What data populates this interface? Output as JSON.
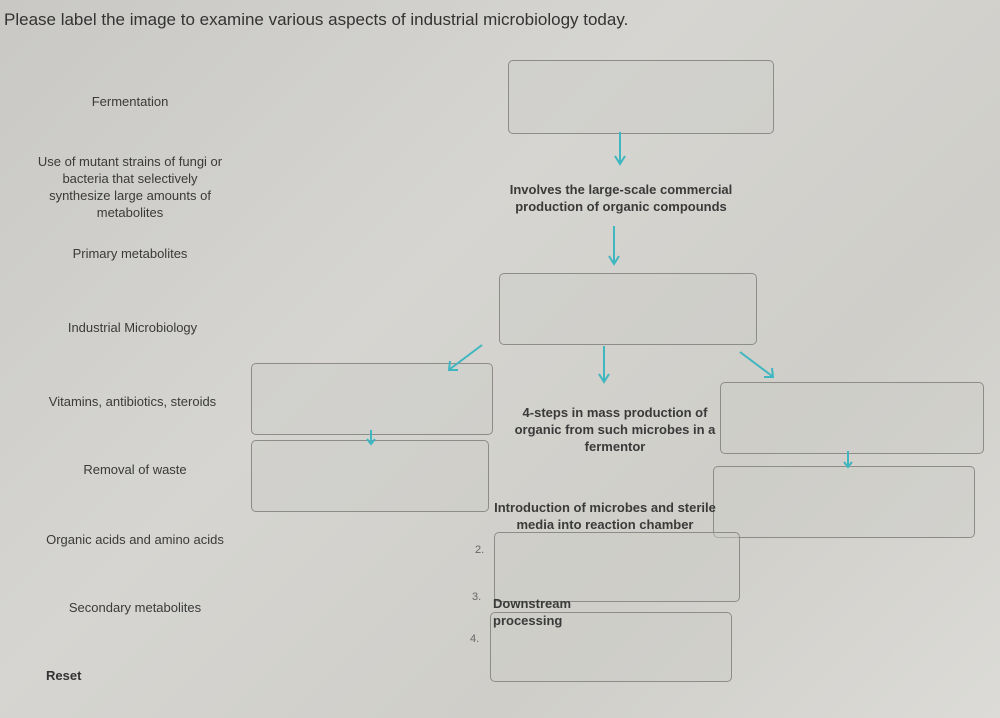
{
  "title": "Please label the image to examine various aspects of industrial microbiology today.",
  "labels": [
    {
      "text": "Fermentation"
    },
    {
      "text": "Use of mutant strains of fungi or bacteria that selectively synthesize large amounts of metabolites"
    },
    {
      "text": "Primary metabolites"
    },
    {
      "text": "Industrial Microbiology"
    },
    {
      "text": "Vitamins, antibiotics, steroids"
    },
    {
      "text": "Removal of waste"
    },
    {
      "text": "Organic acids and amino acids"
    },
    {
      "text": "Secondary metabolites"
    }
  ],
  "diagram": {
    "node_large_scale": "Involves the large-scale commercial production of organic compounds",
    "node_four_steps": "4-steps in mass production of organic from such microbes in a fermentor",
    "node_step1": "Introduction of microbes and sterile media into reaction chamber",
    "node_step3": "Downstream processing",
    "step_numbers": {
      "two": "2.",
      "three": "3.",
      "four": "4."
    },
    "arrow_color": "#3fb6c0"
  },
  "reset_label": "Reset"
}
